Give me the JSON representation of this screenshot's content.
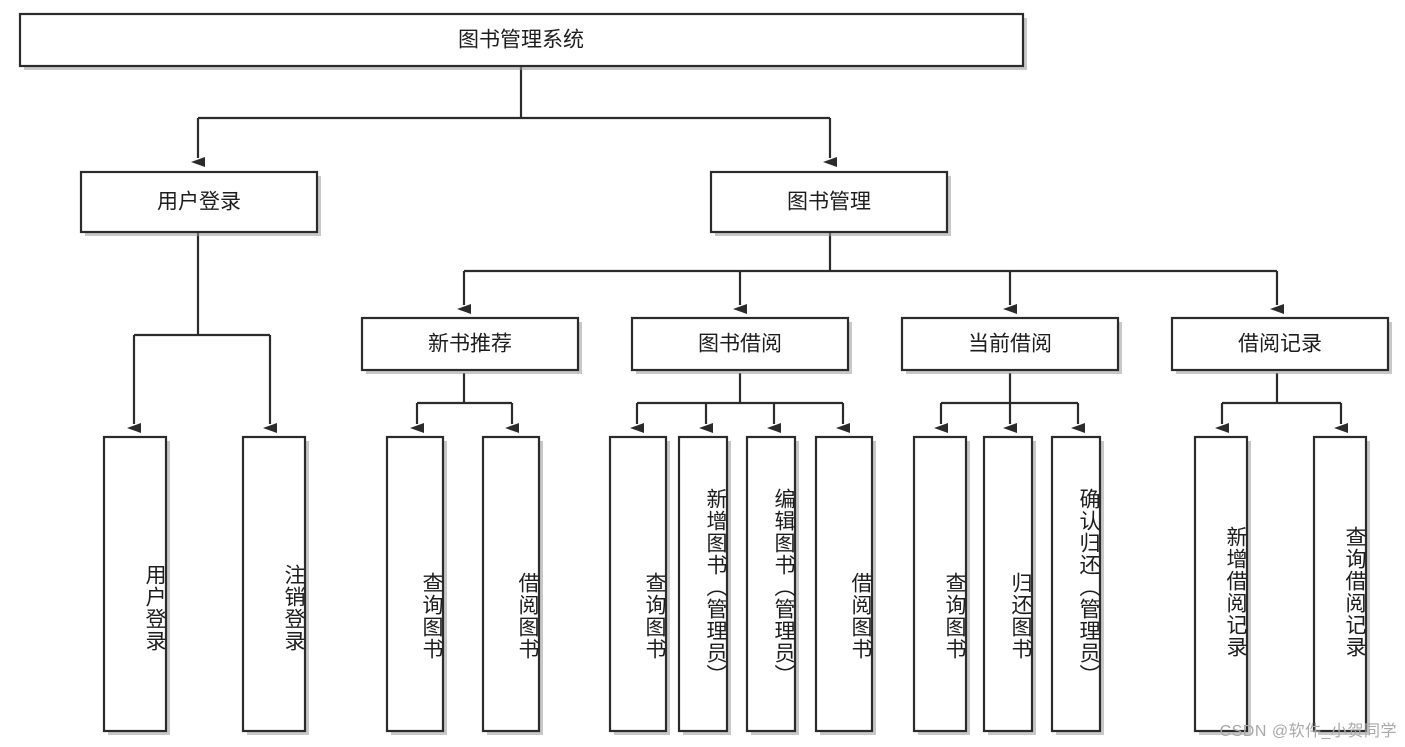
{
  "diagram": {
    "type": "hierarchy-tree",
    "title": "图书管理系统",
    "watermark": "CSDN @软件_小贺同学",
    "colors": {
      "box_stroke": "#2b2b2b",
      "box_fill": "#ffffff",
      "connector": "#2b2b2b",
      "text": "#1d1d1d",
      "watermark": "#a9a9a9",
      "shadow": "#9a9a9a",
      "background": "#ffffff"
    },
    "root": {
      "label": "图书管理系统",
      "orientation": "horizontal"
    },
    "level2": [
      {
        "label": "用户登录",
        "orientation": "horizontal"
      },
      {
        "label": "图书管理",
        "orientation": "horizontal"
      }
    ],
    "level3": [
      {
        "label": "新书推荐",
        "orientation": "horizontal"
      },
      {
        "label": "图书借阅",
        "orientation": "horizontal"
      },
      {
        "label": "当前借阅",
        "orientation": "horizontal"
      },
      {
        "label": "借阅记录",
        "orientation": "horizontal"
      }
    ],
    "leaves": {
      "user_login": [
        {
          "label": "用户登录",
          "orientation": "vertical"
        },
        {
          "label": "注销登录",
          "orientation": "vertical"
        }
      ],
      "new_book_recommend": [
        {
          "label": "查询图书",
          "orientation": "vertical"
        },
        {
          "label": "借阅图书",
          "orientation": "vertical"
        }
      ],
      "book_borrow": [
        {
          "label": "查询图书",
          "orientation": "vertical"
        },
        {
          "label": "新增图书（管理员）",
          "orientation": "vertical"
        },
        {
          "label": "编辑图书（管理员）",
          "orientation": "vertical"
        },
        {
          "label": "借阅图书",
          "orientation": "vertical"
        }
      ],
      "current_borrow": [
        {
          "label": "查询图书",
          "orientation": "vertical"
        },
        {
          "label": "归还图书",
          "orientation": "vertical"
        },
        {
          "label": "确认归还（管理员）",
          "orientation": "vertical"
        }
      ],
      "borrow_record": [
        {
          "label": "新增借阅记录",
          "orientation": "vertical"
        },
        {
          "label": "查询借阅记录",
          "orientation": "vertical"
        }
      ]
    }
  }
}
